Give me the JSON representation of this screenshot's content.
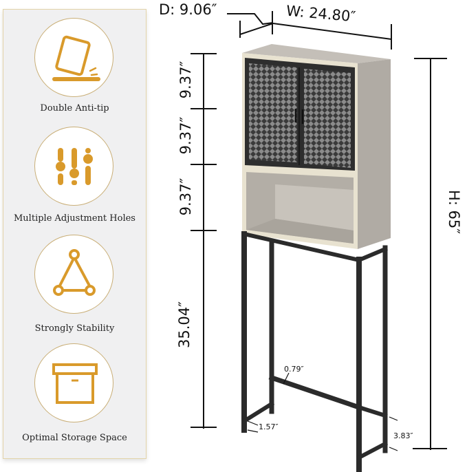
{
  "features": [
    {
      "icon": "anti-tip-icon",
      "label": "Double Anti-tip"
    },
    {
      "icon": "adjustment-holes-icon",
      "label": "Multiple Adjustment Holes"
    },
    {
      "icon": "stability-triangle-icon",
      "label": "Strongly Stability"
    },
    {
      "icon": "storage-box-icon",
      "label": "Optimal Storage Space"
    }
  ],
  "dimensions": {
    "depth": "D: 9.06″",
    "width": "W: 24.80″",
    "height": "H: 65″",
    "section_1": "9.37″",
    "section_2": "9.37″",
    "section_3": "9.37″",
    "leg_height": "35.04″",
    "bar_thickness": "0.79″",
    "foot_width": "1.57″",
    "foot_depth": "3.83″"
  },
  "colors": {
    "accent_gold": "#d99a2b",
    "panel_bg": "#f0f0f1",
    "wood": "#b9b4ad",
    "metal": "#2e2e2e"
  }
}
